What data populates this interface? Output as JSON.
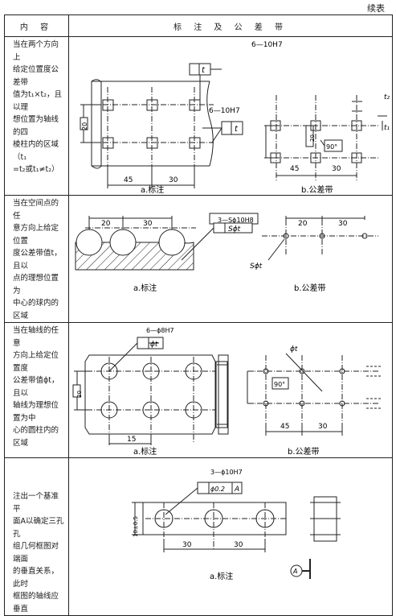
{
  "continued": "续表",
  "headers": {
    "content": "内 容",
    "notation": "标 注 及 公 差 带"
  },
  "rows": [
    {
      "desc": [
        "当在两个方向上",
        "给定位置度公差带",
        "值为t₁×t₂，且以理",
        "想位置为轴线的四",
        "棱柱内的区域（t₁",
        "=t₂或t₁≠t₂）"
      ],
      "callout_top": "6—10H7",
      "callout_right": "6—10H7",
      "sym": "t",
      "dim_20": "20",
      "dim_45": "45",
      "dim_30": "30",
      "dim_90": "90°",
      "t1": "t₁",
      "t2": "t₂",
      "cap_a": "a.标注",
      "cap_b": "b.公差带"
    },
    {
      "desc": [
        "当在空间点的任",
        "意方向上给定位置",
        "度公差带值t，且以",
        "点的理想位置为",
        "中心的球内的区域"
      ],
      "callout": "3—Sϕ10H8",
      "sym": "Sϕt",
      "dim_20": "20",
      "dim_30": "30",
      "zone": "Sϕt",
      "cap_a": "a.标注",
      "cap_b": "b.公差带"
    },
    {
      "desc": [
        "当在轴线的任意",
        "方向上给定位置度",
        "公差带值ϕt，且以",
        "轴线为理想位置为中",
        "心的圆柱内的区域"
      ],
      "callout": "6—ϕ8H7",
      "sym": "ϕt",
      "dim_20": "20",
      "dim_15": "15",
      "dim_30": "30",
      "dim_45": "45",
      "dim_90": "90°",
      "zone": "ϕt",
      "cap_a": "a.标注",
      "cap_b": "b.公差带"
    },
    {
      "desc": [
        "注出一个基准平",
        "面A以确定三孔孔",
        "组几何框图对端面",
        "的垂直关系，此时",
        "框图的轴线应垂直"
      ],
      "callout": "3—ϕ10H7",
      "tol": "ϕ0.2",
      "datum": "A",
      "dim_10": "10±0.5",
      "dim_30": "30",
      "cap_a": "a.标注"
    }
  ]
}
